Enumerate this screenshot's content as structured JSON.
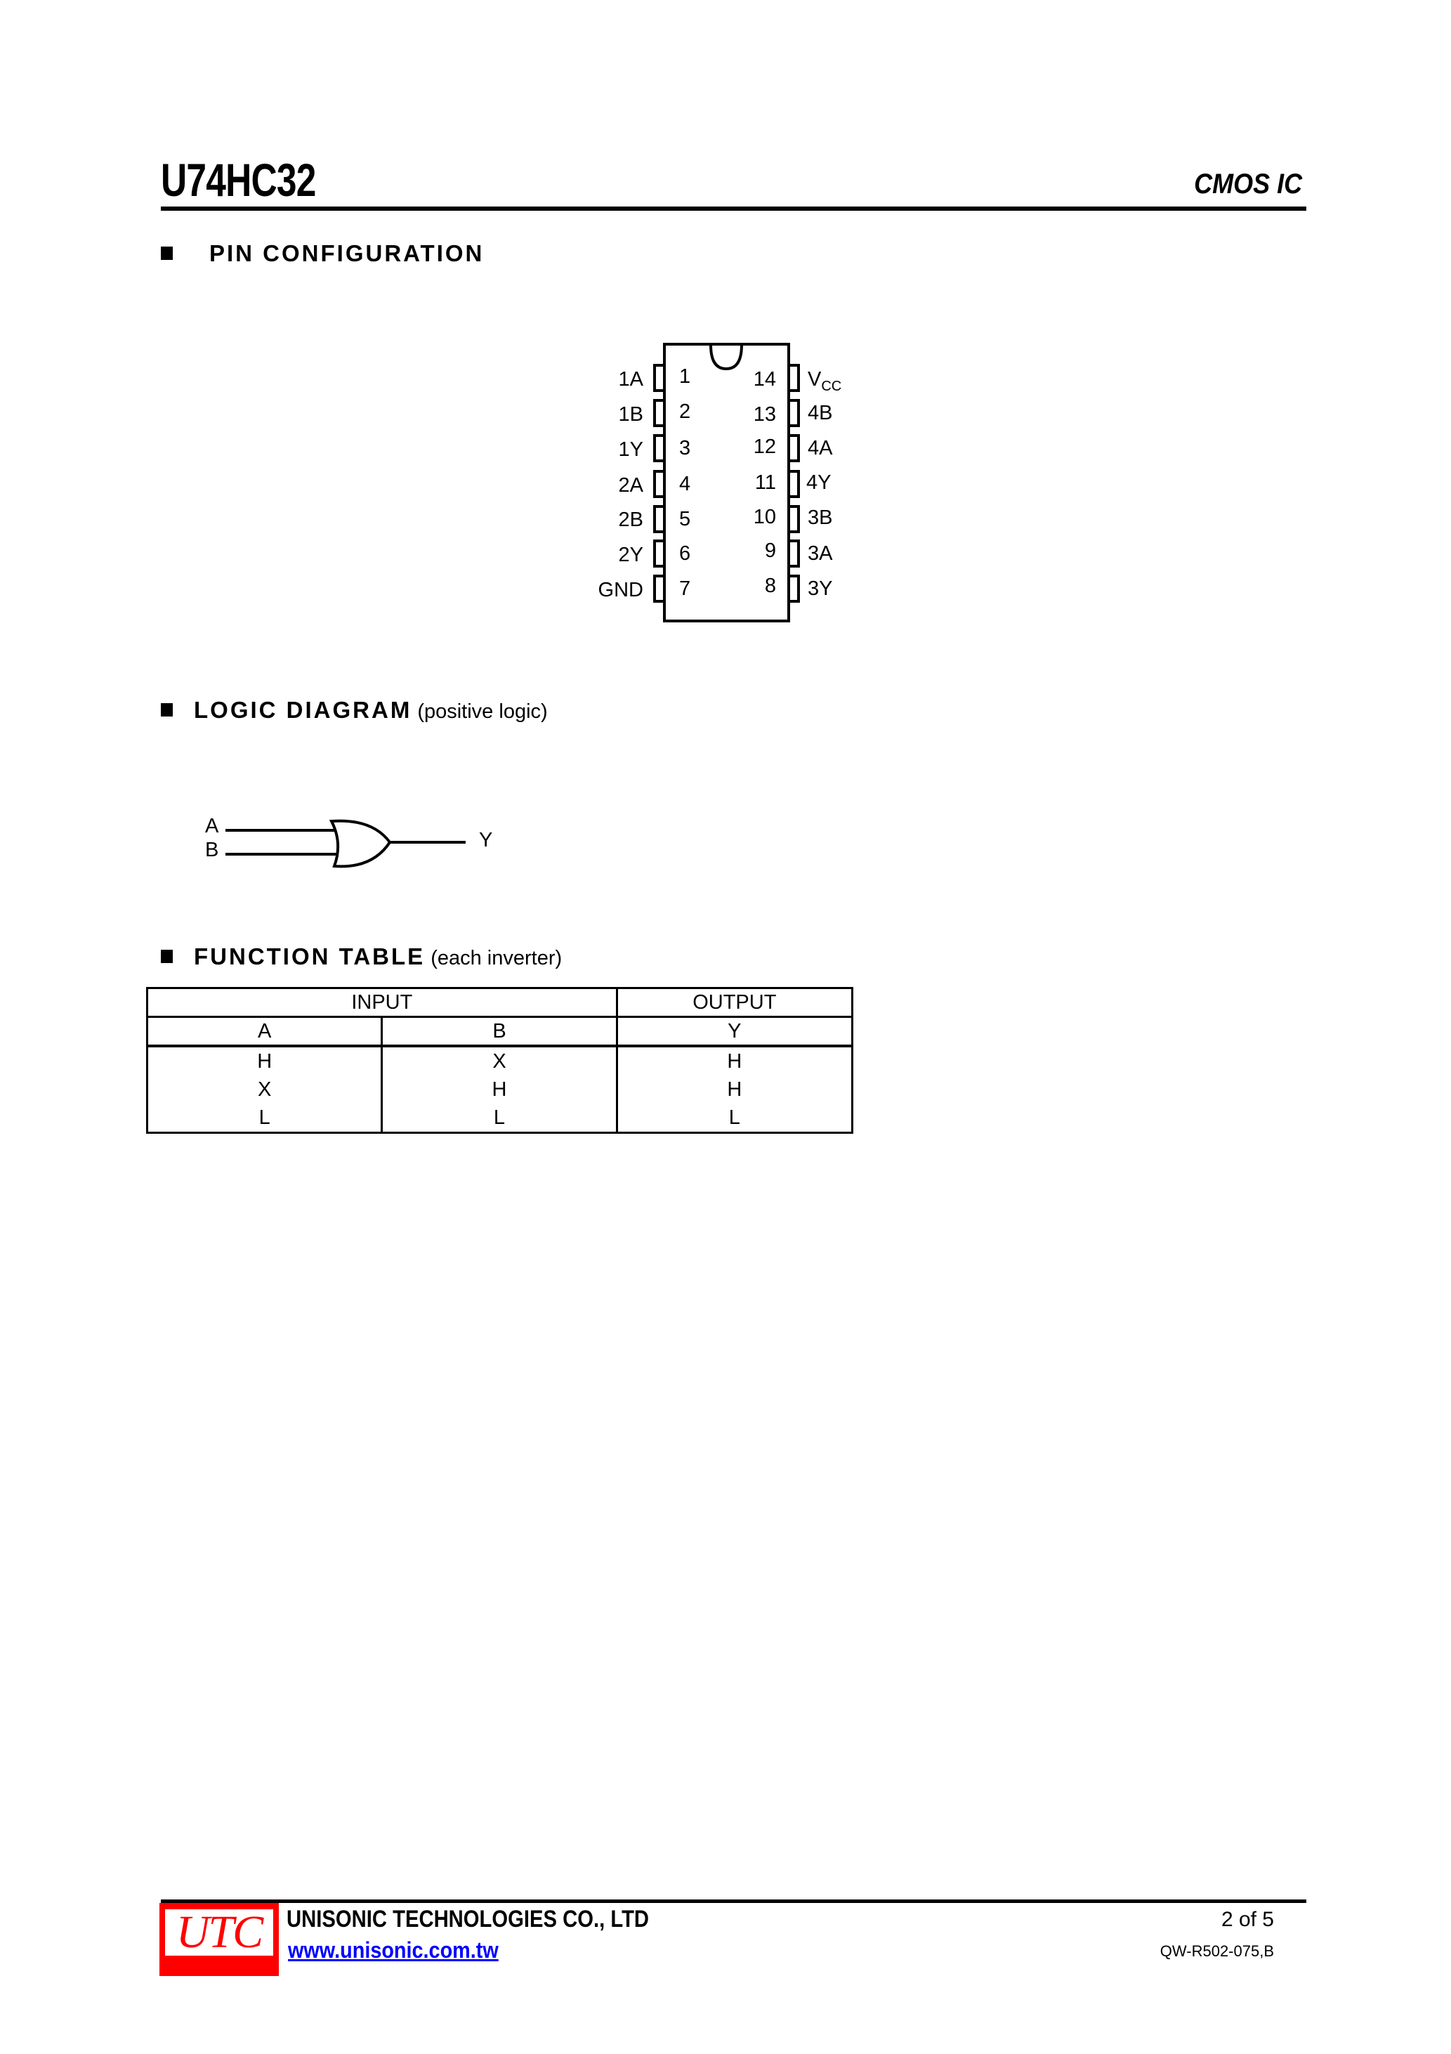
{
  "header": {
    "part_number": "U74HC32",
    "category": "CMOS IC"
  },
  "sections": {
    "pin_configuration": {
      "title": "PIN CONFIGURATION"
    },
    "logic_diagram": {
      "title": "LOGIC DIAGRAM",
      "note": "(positive logic)"
    },
    "function_table": {
      "title": "FUNCTION TABLE",
      "note": "(each inverter)"
    }
  },
  "pins": {
    "left": [
      {
        "number": "1",
        "name": "1A"
      },
      {
        "number": "2",
        "name": "1B"
      },
      {
        "number": "3",
        "name": "1Y"
      },
      {
        "number": "4",
        "name": "2A"
      },
      {
        "number": "5",
        "name": "2B"
      },
      {
        "number": "6",
        "name": "2Y"
      },
      {
        "number": "7",
        "name": "GND"
      }
    ],
    "right": [
      {
        "number": "14",
        "name": "V",
        "subscript": "CC"
      },
      {
        "number": "13",
        "name": "4B"
      },
      {
        "number": "12",
        "name": "4A"
      },
      {
        "number": "11",
        "name": "4Y"
      },
      {
        "number": "10",
        "name": "3B"
      },
      {
        "number": "9",
        "name": "3A"
      },
      {
        "number": "8",
        "name": "3Y"
      }
    ]
  },
  "logic_gate": {
    "type": "OR",
    "inputs": [
      "A",
      "B"
    ],
    "output": "Y"
  },
  "function_table": {
    "group_headers": [
      "INPUT",
      "OUTPUT"
    ],
    "columns": [
      "A",
      "B",
      "Y"
    ],
    "rows": [
      [
        "H",
        "X",
        "H"
      ],
      [
        "X",
        "H",
        "H"
      ],
      [
        "L",
        "L",
        "L"
      ]
    ]
  },
  "footer": {
    "logo_text": "UTC",
    "company": "UNISONIC TECHNOLOGIES CO., LTD",
    "website": "www.unisonic.com.tw",
    "page": "2 of 5",
    "doc_id": "QW-R502-075,B"
  },
  "colors": {
    "logo_red": "#ff0000",
    "link_blue": "#0000ff"
  }
}
